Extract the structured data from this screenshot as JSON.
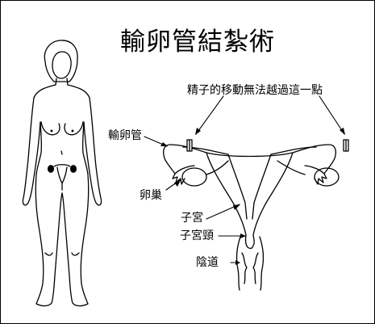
{
  "title": "輸卵管結紮術",
  "labels": {
    "sperm_block": "精子的移動無法越過這一點",
    "fallopian_tube": "輸卵管",
    "ovary": "卵巢",
    "uterus": "子宮",
    "cervix": "子宮頸",
    "vagina": "陰道"
  },
  "colors": {
    "ink": "#000000",
    "background": "#ffffff"
  }
}
